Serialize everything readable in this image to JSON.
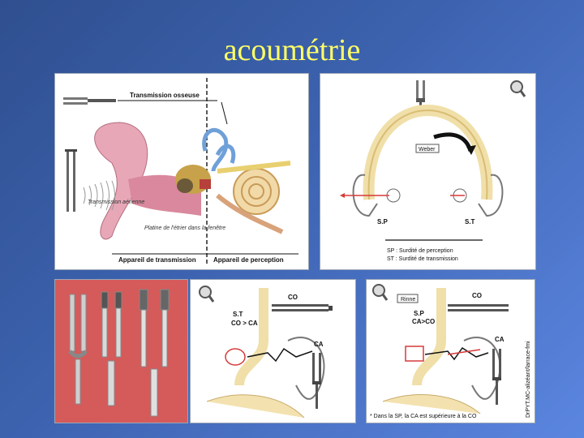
{
  "slide": {
    "title": "acoumétrie"
  },
  "panel_ear": {
    "label_bone": "Transmission osseuse",
    "label_air": "Transmission aérienne",
    "label_footplate": "Platine de l'étrier dans la fenêtre",
    "label_transmission": "Appareil de transmission",
    "label_perception": "Appareil de perception"
  },
  "panel_weber": {
    "badge": "Weber",
    "left": "S.P",
    "right": "S.T",
    "legend_sp": "SP : Surdité de perception",
    "legend_st": "ST : Surdité de transmission"
  },
  "panel_forks": {},
  "panel_rinne1": {
    "co": "CO",
    "st": "S.T",
    "cond": "CO > CA",
    "ca": "CA"
  },
  "panel_rinne2": {
    "badge": "Rinne",
    "co": "CO",
    "sp": "S.P",
    "cond": "CA>CO",
    "ca": "CA",
    "footnote": "* Dans la SP, la CA est supérieure à la CO",
    "credit": "DrPYT.MC-alizéant/larrace-fmi"
  },
  "colors": {
    "title": "#ffff66",
    "accent_red": "#d63a3a",
    "bone": "#f3e2b0"
  }
}
